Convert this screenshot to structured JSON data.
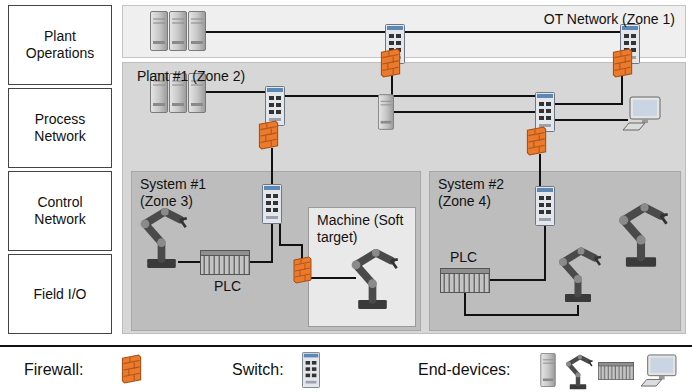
{
  "diagram": {
    "nodes": [
      {
        "text": [
          "Plant Operations"
        ]
      },
      {
        "text": [
          "Process Network"
        ]
      },
      {
        "text": [
          "Control Network"
        ]
      },
      {
        "text": [
          "Field I/O"
        ]
      },
      {
        "text": [
          "OT Network (Zone 1)"
        ]
      },
      {
        "text": [
          "Plant #1 (Zone 2)"
        ]
      },
      {
        "text": [
          "System #1 (Zone 3)"
        ],
        "in": 5
      },
      {
        "text": [
          "Machine (Soft target)"
        ],
        "in": 6
      },
      {
        "text": [
          "System #2 (Zone 4)"
        ],
        "in": 5
      }
    ],
    "labels": [
      "PLC",
      "PLC"
    ],
    "legend": [
      {
        "text": "Firewall:"
      },
      {
        "text": "Switch:"
      },
      {
        "text": "End-devices:"
      }
    ]
  }
}
